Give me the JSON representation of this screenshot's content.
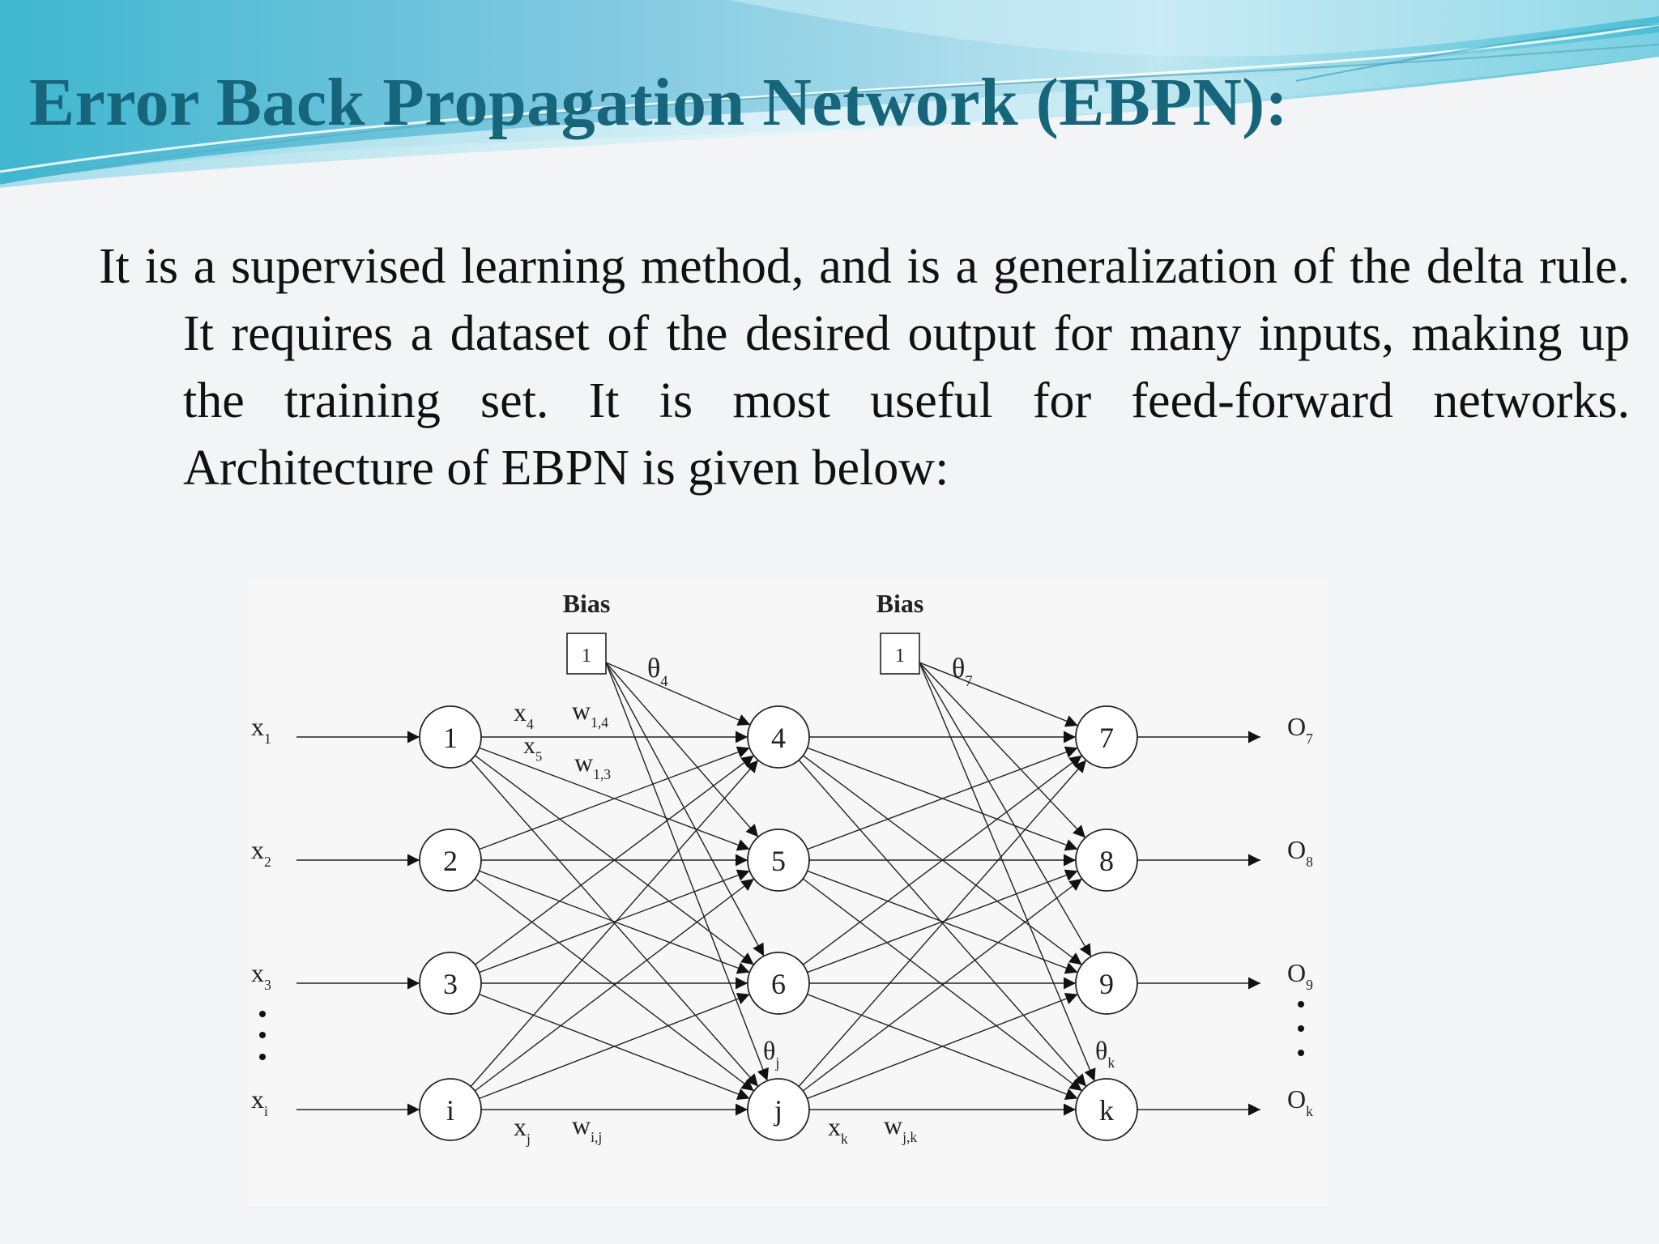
{
  "slide": {
    "title": "Error Back Propagation Network (EBPN):",
    "body": "It is a supervised learning method, and is a generalization of the delta rule. It requires a dataset of the desired output for many inputs, making up the training set. It is most useful for feed-forward networks. Architecture of EBPN is given below:"
  },
  "diagram": {
    "bias_label": "Bias",
    "bias_value": "1",
    "inputs": [
      {
        "base": "x",
        "sub": "1"
      },
      {
        "base": "x",
        "sub": "2"
      },
      {
        "base": "x",
        "sub": "3"
      },
      {
        "base": "x",
        "sub": "i"
      }
    ],
    "input_nodes": [
      "1",
      "2",
      "3",
      "i"
    ],
    "hidden_nodes": [
      "4",
      "5",
      "6",
      "j"
    ],
    "output_nodes": [
      "7",
      "8",
      "9",
      "k"
    ],
    "outputs": [
      {
        "base": "O",
        "sub": "7"
      },
      {
        "base": "O",
        "sub": "8"
      },
      {
        "base": "O",
        "sub": "9"
      },
      {
        "base": "O",
        "sub": "k"
      }
    ],
    "bias_weights": [
      {
        "base": "θ",
        "sub": "4"
      },
      {
        "base": "θ",
        "sub": "7"
      }
    ],
    "node_thetas": [
      {
        "base": "θ",
        "sub": "j"
      },
      {
        "base": "θ",
        "sub": "k"
      }
    ],
    "edge_labels": [
      {
        "base": "x",
        "sub": "4"
      },
      {
        "base": "w",
        "sub": "1,4"
      },
      {
        "base": "x",
        "sub": "5"
      },
      {
        "base": "w",
        "sub": "1,3"
      },
      {
        "base": "x",
        "sub": "j"
      },
      {
        "base": "w",
        "sub": "i,j"
      },
      {
        "base": "x",
        "sub": "k"
      },
      {
        "base": "w",
        "sub": "j,k"
      }
    ]
  }
}
